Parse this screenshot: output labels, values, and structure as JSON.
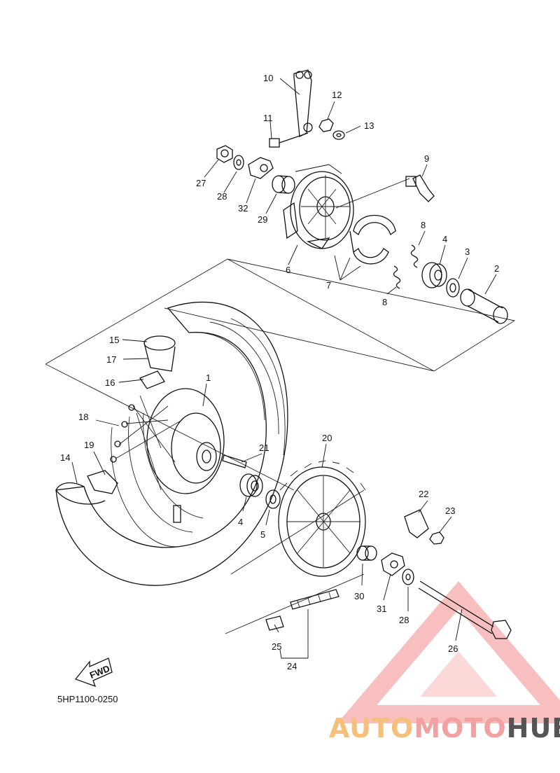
{
  "diagram": {
    "code": "5HP1100-0250",
    "fwd_label": "FWD",
    "callouts": [
      {
        "id": "c1",
        "text": "1"
      },
      {
        "id": "c2",
        "text": "2"
      },
      {
        "id": "c3",
        "text": "3"
      },
      {
        "id": "c4a",
        "text": "4"
      },
      {
        "id": "c4b",
        "text": "4"
      },
      {
        "id": "c5",
        "text": "5"
      },
      {
        "id": "c6",
        "text": "6"
      },
      {
        "id": "c7",
        "text": "7"
      },
      {
        "id": "c8a",
        "text": "8"
      },
      {
        "id": "c8b",
        "text": "8"
      },
      {
        "id": "c9",
        "text": "9"
      },
      {
        "id": "c10",
        "text": "10"
      },
      {
        "id": "c11",
        "text": "11"
      },
      {
        "id": "c12",
        "text": "12"
      },
      {
        "id": "c13",
        "text": "13"
      },
      {
        "id": "c14",
        "text": "14"
      },
      {
        "id": "c15",
        "text": "15"
      },
      {
        "id": "c16",
        "text": "16"
      },
      {
        "id": "c17",
        "text": "17"
      },
      {
        "id": "c18",
        "text": "18"
      },
      {
        "id": "c19",
        "text": "19"
      },
      {
        "id": "c20",
        "text": "20"
      },
      {
        "id": "c21",
        "text": "21"
      },
      {
        "id": "c22",
        "text": "22"
      },
      {
        "id": "c23",
        "text": "23"
      },
      {
        "id": "c24",
        "text": "24"
      },
      {
        "id": "c25",
        "text": "25"
      },
      {
        "id": "c26",
        "text": "26"
      },
      {
        "id": "c27",
        "text": "27"
      },
      {
        "id": "c28a",
        "text": "28"
      },
      {
        "id": "c28b",
        "text": "28"
      },
      {
        "id": "c29",
        "text": "29"
      },
      {
        "id": "c30",
        "text": "30"
      },
      {
        "id": "c31",
        "text": "31"
      },
      {
        "id": "c32",
        "text": "32"
      }
    ]
  },
  "watermark": {
    "part1": "AUTO",
    "part2": "MOTO",
    "part3": "HUB",
    "color_auto": "#f6c07a",
    "color_moto": "#f3a0a0",
    "color_hub": "#555555",
    "logo_color": "#f28b8b"
  }
}
